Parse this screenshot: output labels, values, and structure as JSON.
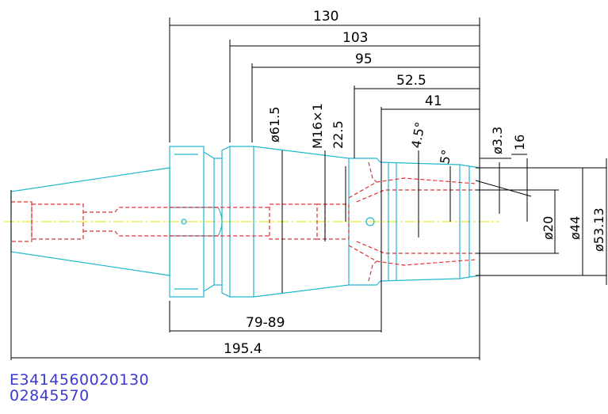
{
  "dimensions": {
    "d130": "130",
    "d103": "103",
    "d95": "95",
    "d52_5": "52.5",
    "d41": "41",
    "d79_89": "79-89",
    "d195_4": "195.4",
    "dia61_5": "ø61.5",
    "m16x1": "M16×1",
    "d22_5": "22.5",
    "ang4_5": "4.5°",
    "ang5": "5°",
    "dia3_3": "ø3.3",
    "d16": "16",
    "dia20": "ø20",
    "dia44": "ø44",
    "dia53_13": "ø53.13"
  },
  "codes": {
    "line1": "E3414560020130",
    "line2": "02845570"
  },
  "colors": {
    "outline": "#1fb8cc",
    "hidden": "#e03030",
    "centerline": "#e6e600",
    "code_text": "#3a3ad0"
  }
}
